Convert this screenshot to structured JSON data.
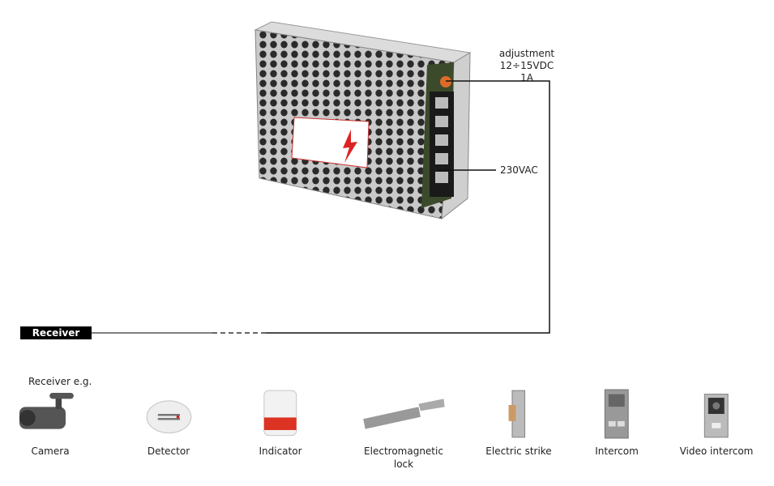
{
  "power_supply": {
    "adjustment_label": "adjustment",
    "voltage_range": "12÷15VDC",
    "current": "1A",
    "input_label": "230VAC"
  },
  "receiver": {
    "label": "Receiver"
  },
  "examples": {
    "title": "Receiver e.g.",
    "items": [
      {
        "label": "Camera"
      },
      {
        "label": "Detector"
      },
      {
        "label": "Indicator"
      },
      {
        "label": "Electromagnetic lock"
      },
      {
        "label": "Electric strike"
      },
      {
        "label": "Intercom"
      },
      {
        "label": "Video intercom"
      }
    ]
  }
}
